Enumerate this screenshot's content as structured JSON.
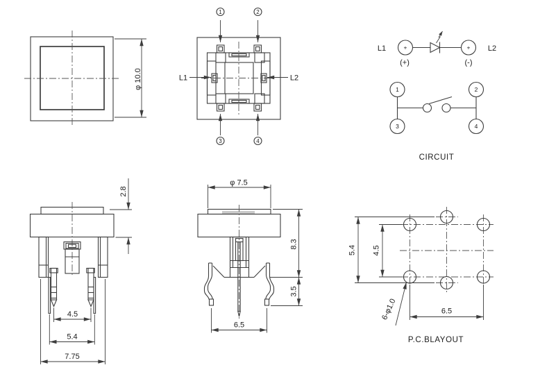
{
  "views": {
    "top": {
      "dim_size": "φ 10.0"
    },
    "pins": {
      "p1": "1",
      "p2": "2",
      "p3": "3",
      "p4": "4",
      "l1": "L1",
      "l2": "L2"
    },
    "circuit": {
      "l1": "L1",
      "l2": "L2",
      "t1": "+",
      "t2": "+",
      "anode": "(+)",
      "cathode": "(-)",
      "p1": "1",
      "p2": "2",
      "p3": "3",
      "p4": "4",
      "caption": "CIRCUIT"
    },
    "front": {
      "dim_body_h": "2.8",
      "dim_pin_pitch": "4.5",
      "dim_wire_pitch": "5.4",
      "dim_cap_w": "7.75"
    },
    "side": {
      "dim_cap_d": "φ 7.5",
      "dim_height": "8.3",
      "dim_pin_len": "3.5",
      "dim_foot_pitch": "6.5"
    },
    "pcb": {
      "dim_v_outer": "5.4",
      "dim_v_inner": "4.5",
      "dim_h": "6.5",
      "holes": "6-φ1.0",
      "caption": "P.C.BLAYOUT"
    }
  }
}
